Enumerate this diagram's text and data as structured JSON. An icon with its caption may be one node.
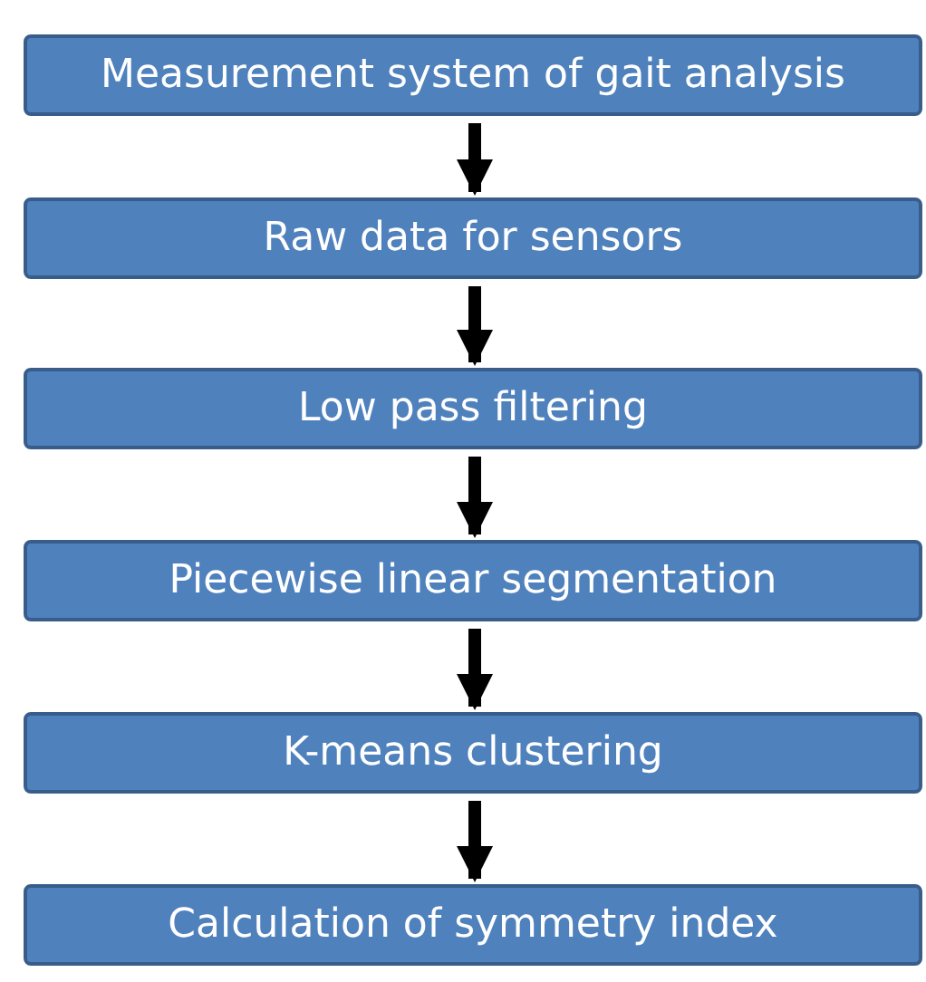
{
  "diagram": {
    "nodes": [
      {
        "text": [
          "Measurement system of gait analysis"
        ]
      },
      {
        "text": [
          "Raw data for sensors"
        ]
      },
      {
        "text": [
          "Low pass filtering"
        ]
      },
      {
        "text": [
          "Piecewise linear segmentation"
        ]
      },
      {
        "text": [
          "K-means clustering"
        ]
      },
      {
        "text": [
          "Calculation of symmetry index"
        ]
      }
    ],
    "edges": [
      {
        "from": 0,
        "to": 1,
        "arrow": "to"
      },
      {
        "from": 1,
        "to": 2,
        "arrow": "to"
      },
      {
        "from": 2,
        "to": 3,
        "arrow": "to"
      },
      {
        "from": 3,
        "to": 4,
        "arrow": "to"
      },
      {
        "from": 4,
        "to": 5,
        "arrow": "to"
      }
    ]
  }
}
